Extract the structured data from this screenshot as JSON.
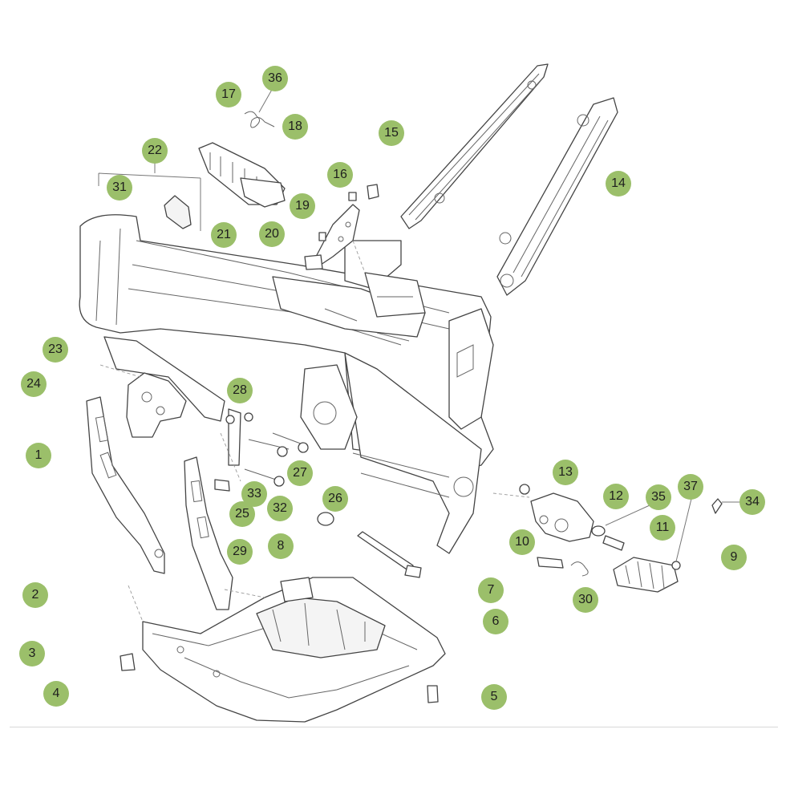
{
  "diagram": {
    "colors": {
      "callout_fill": "#9bbf6a",
      "line": "#444444",
      "background": "#ffffff"
    },
    "callouts": [
      {
        "id": "c1",
        "label": "1"
      },
      {
        "id": "c2",
        "label": "2"
      },
      {
        "id": "c3",
        "label": "3"
      },
      {
        "id": "c4",
        "label": "4"
      },
      {
        "id": "c5",
        "label": "5"
      },
      {
        "id": "c6",
        "label": "6"
      },
      {
        "id": "c7",
        "label": "7"
      },
      {
        "id": "c8",
        "label": "8"
      },
      {
        "id": "c9",
        "label": "9"
      },
      {
        "id": "c10",
        "label": "10"
      },
      {
        "id": "c11",
        "label": "11"
      },
      {
        "id": "c12",
        "label": "12"
      },
      {
        "id": "c13",
        "label": "13"
      },
      {
        "id": "c14",
        "label": "14"
      },
      {
        "id": "c15",
        "label": "15"
      },
      {
        "id": "c16",
        "label": "16"
      },
      {
        "id": "c17",
        "label": "17"
      },
      {
        "id": "c18",
        "label": "18"
      },
      {
        "id": "c19",
        "label": "19"
      },
      {
        "id": "c20",
        "label": "20"
      },
      {
        "id": "c21",
        "label": "21"
      },
      {
        "id": "c22",
        "label": "22"
      },
      {
        "id": "c23",
        "label": "23"
      },
      {
        "id": "c24",
        "label": "24"
      },
      {
        "id": "c25",
        "label": "25"
      },
      {
        "id": "c26",
        "label": "26"
      },
      {
        "id": "c27",
        "label": "27"
      },
      {
        "id": "c28",
        "label": "28"
      },
      {
        "id": "c29",
        "label": "29"
      },
      {
        "id": "c30",
        "label": "30"
      },
      {
        "id": "c31",
        "label": "31"
      },
      {
        "id": "c32",
        "label": "32"
      },
      {
        "id": "c33",
        "label": "33"
      },
      {
        "id": "c34",
        "label": "34"
      },
      {
        "id": "c35",
        "label": "35"
      },
      {
        "id": "c36",
        "label": "36"
      },
      {
        "id": "c37",
        "label": "37"
      }
    ]
  }
}
